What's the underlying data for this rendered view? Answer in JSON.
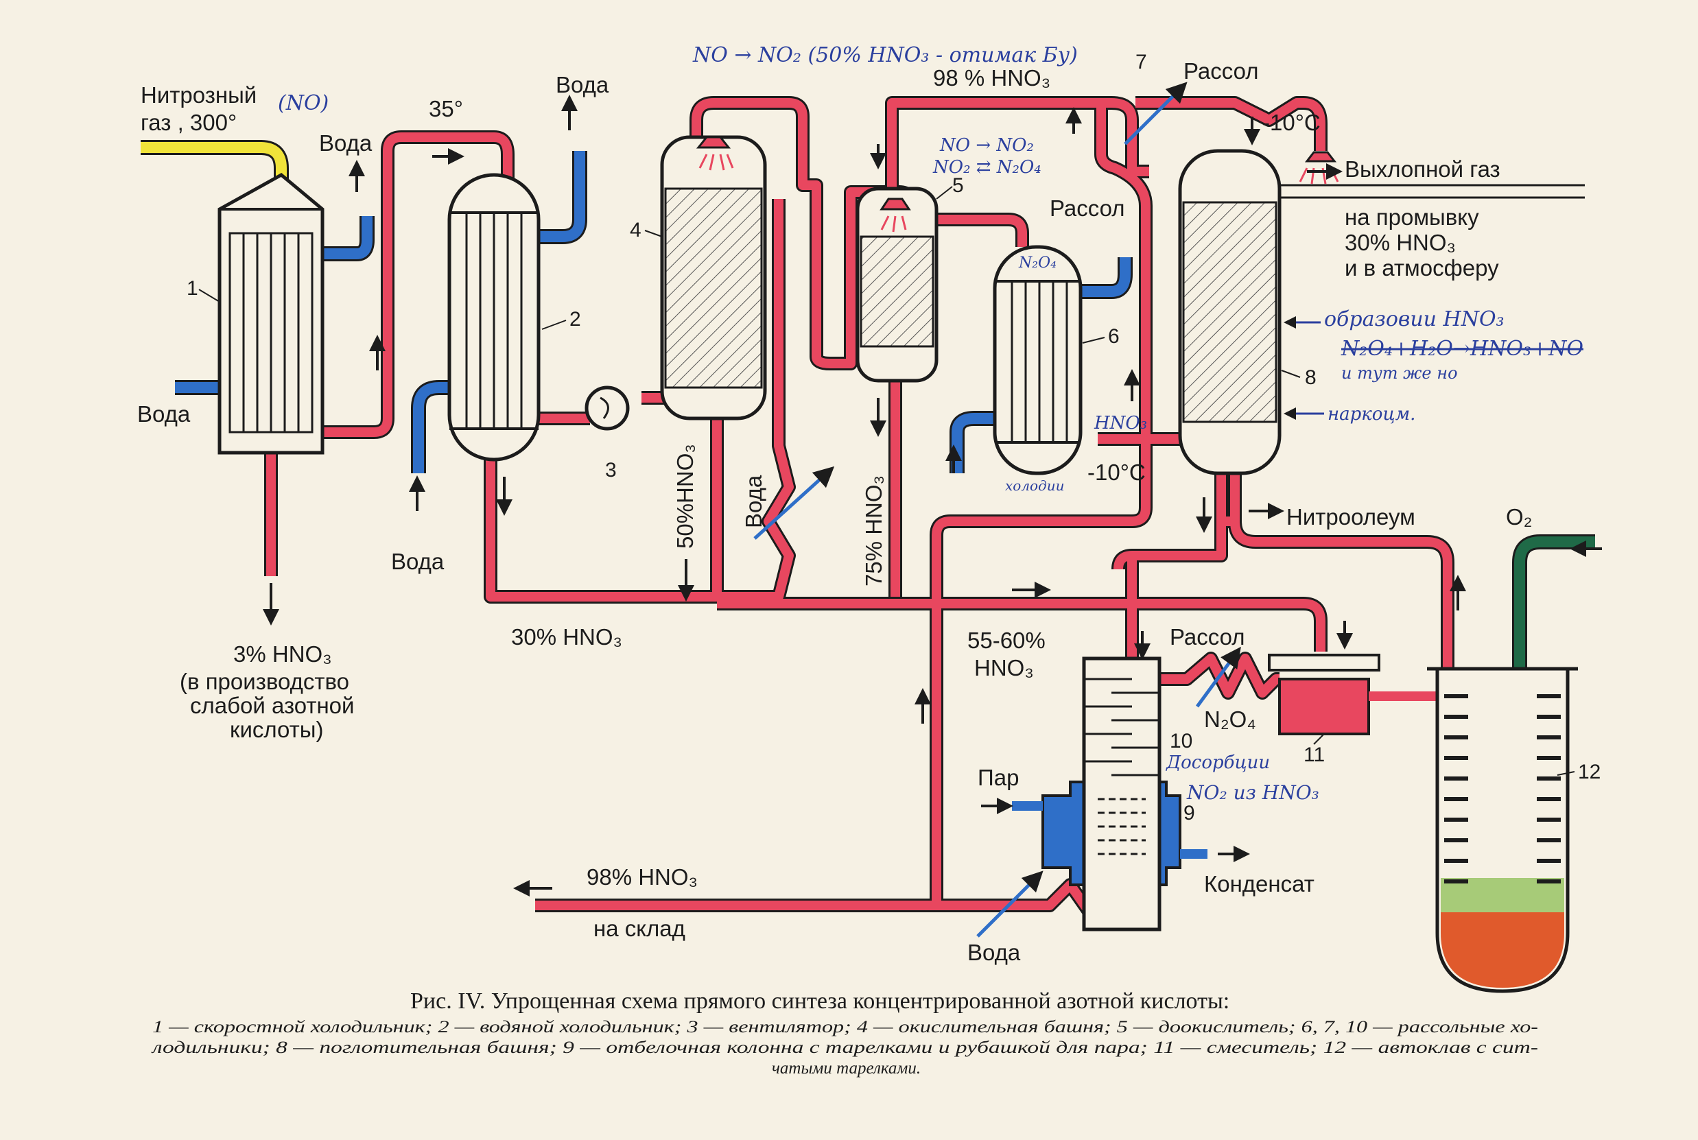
{
  "colors": {
    "paper": "#f6f1e4",
    "acid_pipe": "#e8475f",
    "water_pipe": "#2f6fc8",
    "gas_pipe": "#f0e33a",
    "oxygen_pipe": "#1f6a47",
    "outline": "#1c1c1c",
    "handwriting": "#2a3f9e"
  },
  "labels": {
    "nitrous_gas": "Нитрозный",
    "nitrous_gas_temp": "газ , 300°",
    "water": "Вода",
    "temp_35": "35°",
    "acid_3": "3% HNO₃",
    "acid_3_note1": "(в производство",
    "acid_3_note2": "слабой азотной",
    "acid_3_note3": "кислоты)",
    "acid_50": "50%HNO₃",
    "acid_75": "75% HNO₃",
    "acid_30": "30% HNO₃",
    "acid_98_top": "98 % HNO₃",
    "brine": "Рассол",
    "temp_minus10": "-10°C",
    "exhaust_gas": "Выхлопной газ",
    "to_wash": "на промывку",
    "acid_30_wash": "30% HNO₃",
    "to_atmosphere": "и в атмосферу",
    "nitrooleum": "Нитроолеум",
    "oxygen": "O₂",
    "acid_55_60": "55-60%",
    "acid_55_60_b": "HNO₃",
    "n2o4": "N₂O₄",
    "steam": "Пар",
    "condensate": "Конденсат",
    "acid_98_out": "98% HNO₃",
    "to_storage": "на склад",
    "temp_minus10_b": "-10°С"
  },
  "numbers": [
    "1",
    "2",
    "3",
    "4",
    "5",
    "6",
    "7",
    "8",
    "9",
    "10",
    "11",
    "12"
  ],
  "handwritten": {
    "no": "(NO)",
    "top_note": "NO → NO₂ (50% HNO₃ - отимак Бу)",
    "ox_1": "NO → NO₂",
    "ox_2": "NO₂ ⇄ N₂O₄",
    "n2o4_tag": "N₂O₄",
    "hno3_tag": "HNO₃",
    "cold": "холодии",
    "absorb_1": "образовии HNO₃",
    "absorb_2": "N₂O₄+H₂O→HNO₃+NO",
    "absorb_3": "и тут же но",
    "absorb_4": "наркоцм.",
    "bleach_1": "Досорбции",
    "bleach_2": "NO₂ из HNO₃"
  },
  "caption": {
    "title": "Рис. IV. Упрощенная схема прямого синтеза концентрированной азотной кислоты:",
    "line1": "1 — скоростной холодильник; 2 — водяной холодильник; 3 — вентилятор; 4 — окислительная башня; 5 — доокислитель; 6, 7, 10 — рассольные хо-",
    "line2": "лодильники; 8 — поглотительная башня; 9 — отбелочная колонна с тарелками и рубашкой для пара; 11 — смеситель; 12 — автоклав с сит-",
    "line3": "чатыми тарелками."
  }
}
